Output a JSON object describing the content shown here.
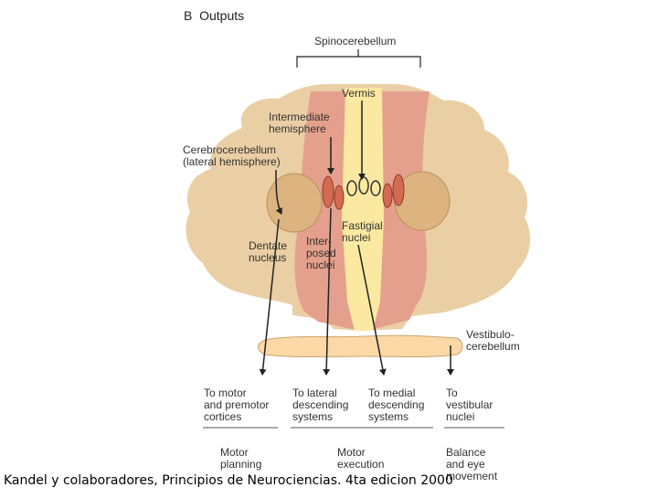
{
  "figure": {
    "heading": "B  Outputs",
    "regions": {
      "spinocerebellum": "Spinocerebellum",
      "vermis": "Vermis",
      "intermediate_hemisphere": "Intermediate\nhemisphere",
      "cerebrocerebellum": "Cerebrocerebellum\n(lateral hemisphere)",
      "vestibulocerebellum": "Vestibulo-\ncerebellum"
    },
    "nuclei": {
      "fastigial": "Fastigial\nnuclei",
      "interposed": "Inter-\nposed\nnuclei",
      "dentate": "Dentate\nnucleus"
    },
    "targets": [
      "To motor\nand premotor\ncortices",
      "To lateral\ndescending\nsystems",
      "To medial\ndescending\nsystems",
      "To\nvestibular\nnuclei"
    ],
    "functions": [
      "Motor\nplanning",
      "Motor\nexecution",
      "Balance\nand eye\nmovement"
    ]
  },
  "colors": {
    "lateral_hemisphere": "#ebcfa4",
    "intermediate_zone": "#e4a08c",
    "vermis": "#fbe9a1",
    "nucleus": "#d46a52",
    "vestibulocerebellum": "#fbd9a6",
    "arrow": "#222222"
  },
  "caption": "Kandel y colaboradores, Principios de Neurociencias. 4ta edicion 2000"
}
